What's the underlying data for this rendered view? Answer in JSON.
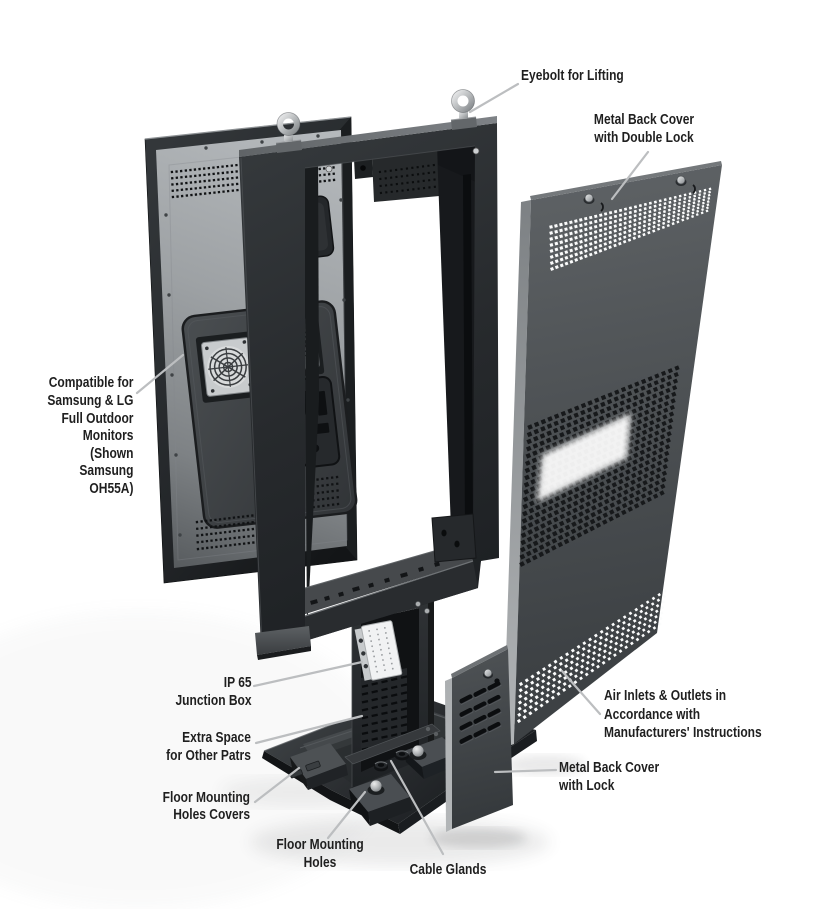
{
  "diagram": {
    "type": "exploded-product-diagram",
    "background": "#ffffff",
    "colors": {
      "label_text": "#1f1f1f",
      "leader_line": "#bcbec0",
      "metal_dark": "#2c2f32",
      "panel_gray": "#4b4f52"
    },
    "callouts": [
      {
        "id": "eyebolt",
        "lines": [
          "Eyebolt for Lifting"
        ]
      },
      {
        "id": "double-lock",
        "lines": [
          "Metal Back Cover",
          "with Double Lock"
        ]
      },
      {
        "id": "compatible",
        "lines": [
          "Compatible for",
          "Samsung & LG",
          "Full Outdoor",
          "Monitors",
          "(Shown",
          "Samsung",
          "OH55A)"
        ]
      },
      {
        "id": "ip65",
        "lines": [
          "IP 65",
          "Junction Box"
        ]
      },
      {
        "id": "extra-space",
        "lines": [
          "Extra Space",
          "for Other Patrs"
        ]
      },
      {
        "id": "floor-covers",
        "lines": [
          "Floor Mounting",
          "Holes Covers"
        ]
      },
      {
        "id": "floor-holes",
        "lines": [
          "Floor Mounting",
          "Holes"
        ]
      },
      {
        "id": "cable-glands",
        "lines": [
          "Cable Glands"
        ]
      },
      {
        "id": "air-inlets",
        "lines": [
          "Air Inlets & Outlets in",
          "Accordance with",
          "Manufacturers' Instructions"
        ]
      },
      {
        "id": "cover-lock",
        "lines": [
          "Metal Back Cover",
          "with Lock"
        ]
      }
    ]
  }
}
